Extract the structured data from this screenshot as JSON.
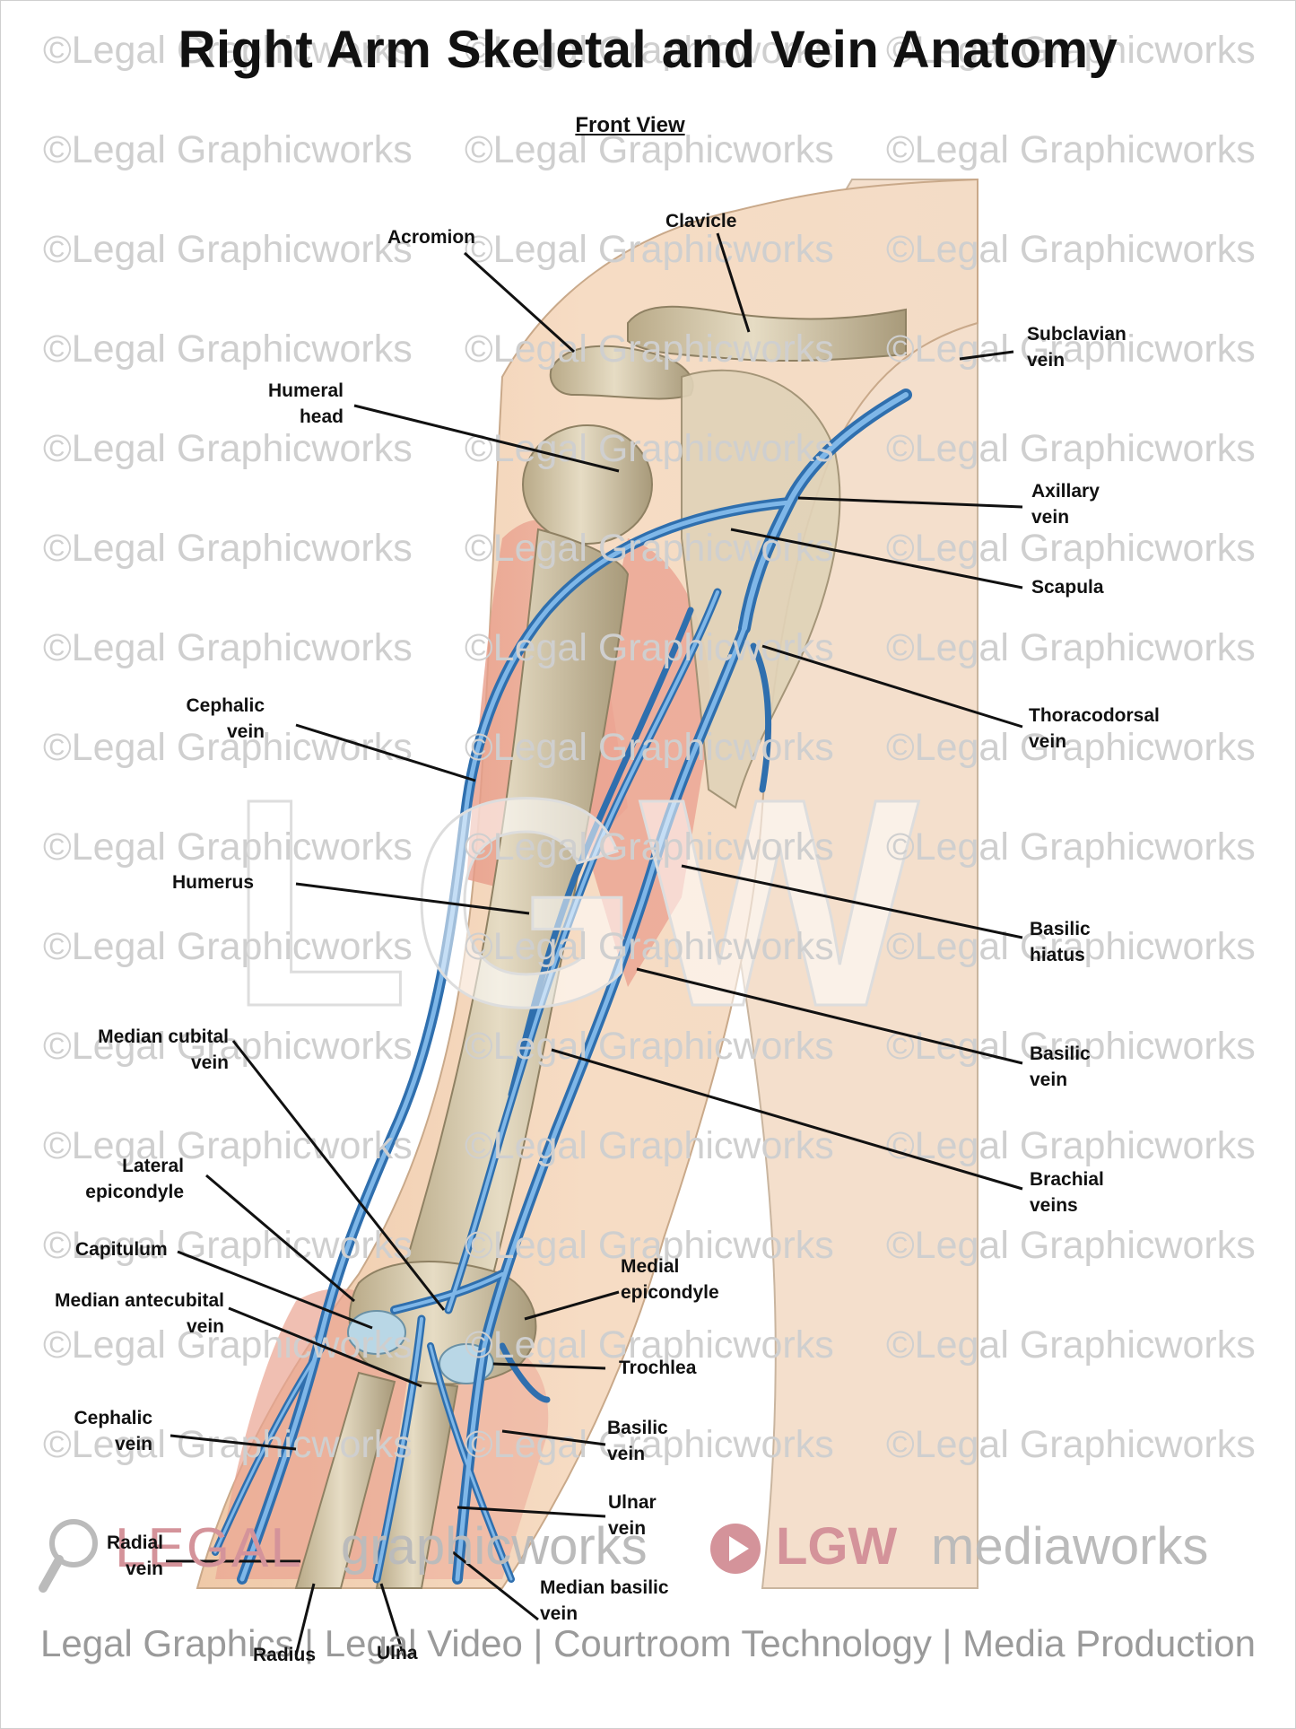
{
  "title": "Right Arm Skeletal and Vein Anatomy",
  "subtitle": "Front View",
  "watermark": "©Legal Graphicworks",
  "labels": {
    "acromion": "Acromion",
    "clavicle": "Clavicle",
    "subclavian_vein": [
      "Subclavian",
      "vein"
    ],
    "humeral_head": [
      "Humeral",
      "head"
    ],
    "axillary_vein": [
      "Axillary",
      "vein"
    ],
    "scapula": "Scapula",
    "cephalic_vein_upper": [
      "Cephalic",
      "vein"
    ],
    "thoracodorsal_vein": [
      "Thoracodorsal",
      "vein"
    ],
    "humerus": "Humerus",
    "basilic_hiatus": [
      "Basilic",
      "hiatus"
    ],
    "median_cubital_vein": [
      "Median cubital",
      "vein"
    ],
    "basilic_vein_upper": [
      "Basilic",
      "vein"
    ],
    "brachial_veins": [
      "Brachial",
      "veins"
    ],
    "lateral_epicondyle": [
      "Lateral",
      "epicondyle"
    ],
    "capitulum": "Capitulum",
    "medial_epicondyle": [
      "Medial",
      "epicondyle"
    ],
    "median_antecubital_vein": [
      "Median antecubital",
      "vein"
    ],
    "trochlea": "Trochlea",
    "cephalic_vein_lower": [
      "Cephalic",
      "vein"
    ],
    "basilic_vein_lower": [
      "Basilic",
      "vein"
    ],
    "ulnar_vein": [
      "Ulnar",
      "vein"
    ],
    "radial_vein": [
      "Radial",
      "vein"
    ],
    "median_basilic_vein": [
      "Median basilic",
      "vein"
    ],
    "radius": "Radius",
    "ulna": "Ulna"
  },
  "logo_text": {
    "legal": "LEGAL",
    "graphicworks": "graphicworks",
    "lgw": "LGW",
    "mediaworks": "mediaworks"
  },
  "tagline": "Legal Graphics | Legal Video | Courtroom Technology | Media Production",
  "colors": {
    "vein": "#4a8fd0",
    "bone": "#d9ccb0",
    "skin": "#f2d9bf",
    "muscle": "#e8a493",
    "watermark": "#cfcfcf",
    "brand_pink": "#d4939a"
  }
}
